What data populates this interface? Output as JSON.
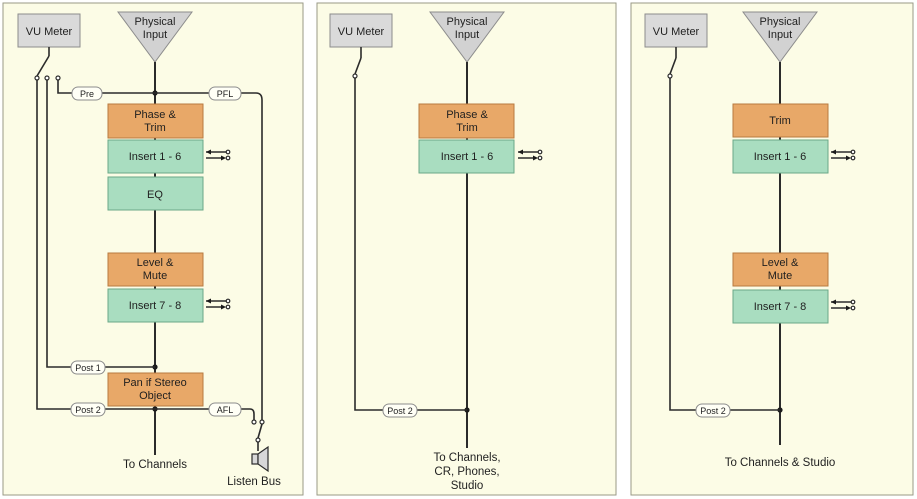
{
  "panels": [
    {
      "vu_label": "VU Meter",
      "input_label": [
        "Physical",
        "Input"
      ],
      "boxes": [
        {
          "lines": [
            "Phase &",
            "Trim"
          ],
          "color": "orange"
        },
        {
          "lines": [
            "Insert 1 - 6"
          ],
          "color": "green"
        },
        {
          "lines": [
            "EQ"
          ],
          "color": "green"
        },
        {
          "lines": [
            "Level &",
            "Mute"
          ],
          "color": "orange"
        },
        {
          "lines": [
            "Insert 7 - 8"
          ],
          "color": "green"
        },
        {
          "lines": [
            "Pan if Stereo",
            "Object"
          ],
          "color": "orange"
        }
      ],
      "tags": [
        "Pre",
        "PFL",
        "Post 1",
        "Post 2",
        "AFL"
      ],
      "output_label": [
        "To Channels"
      ],
      "listen_label": "Listen Bus"
    },
    {
      "vu_label": "VU Meter",
      "input_label": [
        "Physical",
        "Input"
      ],
      "boxes": [
        {
          "lines": [
            "Phase &",
            "Trim"
          ],
          "color": "orange"
        },
        {
          "lines": [
            "Insert 1 - 6"
          ],
          "color": "green"
        }
      ],
      "tags": [
        "Post 2"
      ],
      "output_label": [
        "To Channels,",
        "CR, Phones,",
        "Studio"
      ]
    },
    {
      "vu_label": "VU Meter",
      "input_label": [
        "Physical",
        "Input"
      ],
      "boxes": [
        {
          "lines": [
            "Trim"
          ],
          "color": "orange"
        },
        {
          "lines": [
            "Insert 1 - 6"
          ],
          "color": "green"
        },
        {
          "lines": [
            "Level &",
            "Mute"
          ],
          "color": "orange"
        },
        {
          "lines": [
            "Insert 7 - 8"
          ],
          "color": "green"
        }
      ],
      "tags": [
        "Post 2"
      ],
      "output_label": [
        "To Channels & Studio"
      ]
    }
  ],
  "colors": {
    "panel_background": "#fcfce6",
    "processing_box": "#e8a868",
    "insert_box": "#a9ddc0",
    "meter_box": "#dadada"
  }
}
